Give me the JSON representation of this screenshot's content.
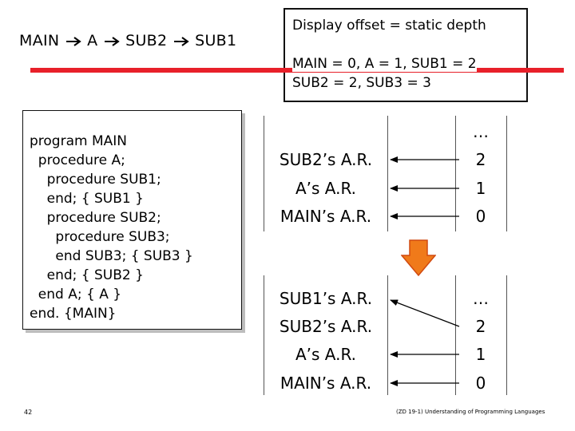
{
  "slide": {
    "call_chain": {
      "main": "MAIN",
      "a": "A",
      "sub2": "SUB2",
      "sub1": "SUB1",
      "arrow_glyph": "arrow-right-icon"
    },
    "info": {
      "title": "Display offset = static depth",
      "line1": "MAIN = 0, A = 1, SUB1 = 2",
      "line2": "SUB2 = 2, SUB3 = 3"
    },
    "code": [
      "program MAIN",
      "  procedure A;",
      "    procedure SUB1;",
      "    end; { SUB1 }",
      "    procedure SUB2;",
      "      procedure SUB3;",
      "      end SUB3; { SUB3 }",
      "    end; { SUB2 }",
      "  end A; { A }",
      "end. {MAIN}"
    ],
    "top_stack": [
      "SUB2’s A.R.",
      "A’s A.R.",
      "MAIN’s A.R."
    ],
    "top_display": [
      "…",
      "2",
      "1",
      "0"
    ],
    "bottom_stack": [
      "SUB1’s A.R.",
      "SUB2’s A.R.",
      "A’s A.R.",
      "MAIN’s A.R."
    ],
    "bottom_display": [
      "…",
      "2",
      "1",
      "0"
    ],
    "page_number": "42",
    "footer": "(ZD 19-1) Understanding of Programming Languages",
    "colors": {
      "red_bar": "#e8202a",
      "arrow_fill": "#f07a1a",
      "arrow_stroke": "#d14a10"
    }
  }
}
